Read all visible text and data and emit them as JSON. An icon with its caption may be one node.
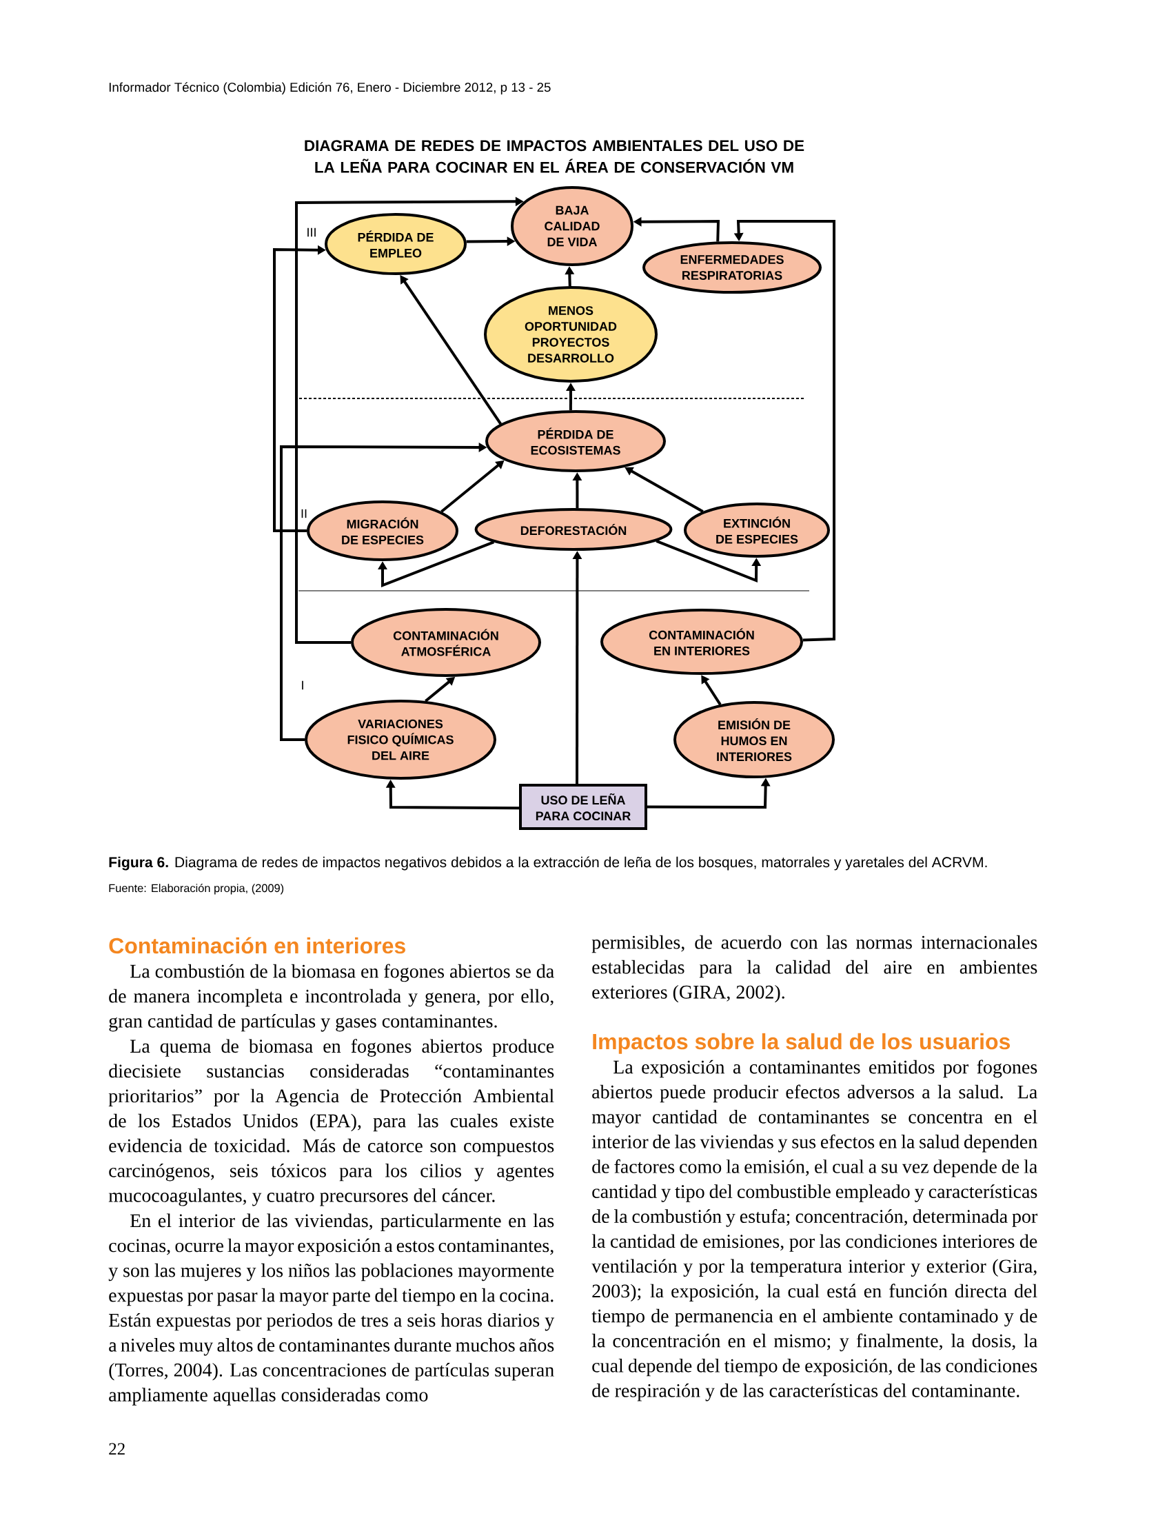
{
  "diagram": {
    "title": "DIAGRAMA DE REDES DE IMPACTOS AMBIENTALES DEL USO DE LA LEÑA PARA COCINAR EN EL ÁREA DE CONSERVACIÓN VM",
    "caption": "**Figura 6.** Diagrama de redes de impactos negativos debidos a la extracción de leña de los bosques, matorrales y yaretales del ACRVM.",
    "nodes": [
      {
        "text": [
          "BAJA CALIDAD DE VIDA"
        ]
      },
      {
        "text": [
          "PÉRDIDA DE EMPLEO"
        ]
      },
      {
        "text": [
          "ENFERMEDADES RESPIRATORIAS"
        ]
      },
      {
        "text": [
          "MENOS OPORTUNIDAD PROYECTOS DESARROLLO"
        ]
      },
      {
        "text": [
          "PÉRDIDA DE ECOSISTEMAS"
        ]
      },
      {
        "text": [
          "MIGRACIÓN DE ESPECIES"
        ]
      },
      {
        "text": [
          "DEFORESTACIÓN"
        ]
      },
      {
        "text": [
          "EXTINCIÓN DE ESPECIES"
        ]
      },
      {
        "text": [
          "CONTAMINACIÓN ATMOSFÉRICA"
        ]
      },
      {
        "text": [
          "CONTAMINACIÓN EN INTERIORES"
        ]
      },
      {
        "text": [
          "VARIACIONES FISICO QUÍMICAS DEL AIRE"
        ]
      },
      {
        "text": [
          "EMISIÓN DE HUMOS EN INTERIORES"
        ]
      },
      {
        "text": [
          "USO DE LEÑA PARA COCINAR"
        ]
      }
    ],
    "edges": [
      {
        "from": 8,
        "to": 0,
        "arrow": "to"
      },
      {
        "from": 5,
        "to": 1,
        "arrow": "to"
      },
      {
        "from": 10,
        "to": 4,
        "arrow": "to"
      },
      {
        "from": 9,
        "to": 2,
        "arrow": "to"
      },
      {
        "from": 2,
        "to": 0,
        "arrow": "to"
      },
      {
        "from": 1,
        "to": 0,
        "arrow": "to"
      },
      {
        "from": 3,
        "to": 0,
        "arrow": "to"
      },
      {
        "from": 4,
        "to": 3,
        "arrow": "to"
      },
      {
        "from": 4,
        "to": 1,
        "arrow": "to"
      },
      {
        "from": 5,
        "to": 4,
        "arrow": "to"
      },
      {
        "from": 6,
        "to": 4,
        "arrow": "to"
      },
      {
        "from": 7,
        "to": 4,
        "arrow": "to"
      },
      {
        "from": 6,
        "to": 5,
        "arrow": "to"
      },
      {
        "from": 6,
        "to": 7,
        "arrow": "to"
      },
      {
        "from": 12,
        "to": 6,
        "arrow": "to"
      },
      {
        "from": 12,
        "to": 10,
        "arrow": "to"
      },
      {
        "from": 12,
        "to": 11,
        "arrow": "to"
      },
      {
        "from": 10,
        "to": 8,
        "arrow": "to"
      },
      {
        "from": 11,
        "to": 9,
        "arrow": "to"
      }
    ],
    "labels": [
      "Informador Técnico (Colombia) Edición 76, Enero - Diciembre 2012, p 13 - 25",
      "III",
      "II",
      "I",
      "Fuente: Elaboración propia, (2009)",
      "Contaminación en interiores",
      "La combustión de la biomasa en fogones abiertos se da de manera incompleta e incontrolada y genera, por ello, gran cantidad de partículas y gases contaminantes.",
      "La quema de biomasa en fogones abiertos produce diecisiete sustancias consideradas “contaminantes prioritarios” por la Agencia de Protección Ambiental de los Estados Unidos (EPA), para las cuales existe evidencia de toxicidad. Más de catorce son compuestos carcinógenos, seis tóxicos para los cilios y agentes mucocoagulantes, y cuatro precursores del cáncer.",
      "En el interior de las viviendas, particularmente en las cocinas, ocurre la mayor exposición a estos contaminantes, y son las mujeres y los niños las poblaciones mayormente expuestas por pasar la mayor parte del tiempo en la cocina. Están expuestas por periodos de tres a seis horas diarios y a niveles muy altos de contaminantes durante muchos años (Torres, 2004). Las concentraciones de partículas superan ampliamente aquellas consideradas como",
      "permisibles, de acuerdo con las normas internacionales establecidas para la calidad del aire en ambientes exteriores (GIRA, 2002).",
      "Impactos sobre la salud de los usuarios",
      "La exposición a contaminantes emitidos por fogones abiertos puede producir efectos adversos a la salud. La mayor cantidad de contaminantes se concentra en el interior de las viviendas y sus efectos en la salud dependen de factores como la emisión, el cual a su vez depende de la cantidad y tipo del combustible empleado y características de la combustión y estufa; concentración, determinada por la cantidad de emisiones, por las condiciones interiores de ventilación y por la temperatura interior y exterior (Gira, 2003); la exposición, la cual está en función directa del tiempo de permanencia en el ambiente contaminado y de la concentración en el mismo; y finalmente, la dosis, la cual depende del tiempo de exposición, de las condiciones de respiración y de las características del contaminante.",
      "22"
    ]
  }
}
